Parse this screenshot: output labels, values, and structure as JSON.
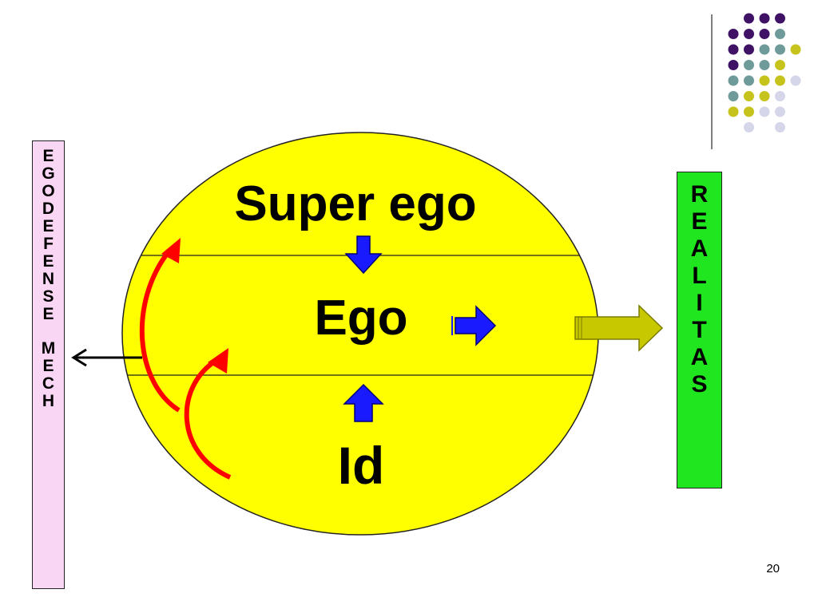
{
  "diagram": {
    "superego": "Super ego",
    "ego": "Ego",
    "id": "Id"
  },
  "defense_mech_letters": [
    "E",
    "G",
    "O",
    "D",
    "E",
    "F",
    "E",
    "N",
    "S",
    "E",
    "",
    "M",
    "E",
    "C",
    "H"
  ],
  "realitas_letters": [
    "R",
    "E",
    "A",
    "L",
    "I",
    "T",
    "A",
    "S"
  ],
  "page_number": "20",
  "colors": {
    "circle_fill": "#ffff00",
    "defense_box": "#f9d6f4",
    "realitas_box": "#1fe61f",
    "arrow_blue": "#1a1aff",
    "arrow_red": "#ff0000",
    "arrow_olive": "#c8c800",
    "dot_purple": "#3f1266",
    "dot_teal": "#6f9a9a",
    "dot_olive": "#c5c31c",
    "dot_lavender": "#d6d6ea"
  },
  "icons": {
    "down_arrow": "down-arrow-icon",
    "right_arrow": "right-arrow-icon",
    "up_arrow": "up-arrow-icon",
    "left_arrow": "left-arrow-icon",
    "curved_arrow": "curved-arrow-icon",
    "block_arrow": "block-arrow-icon"
  }
}
